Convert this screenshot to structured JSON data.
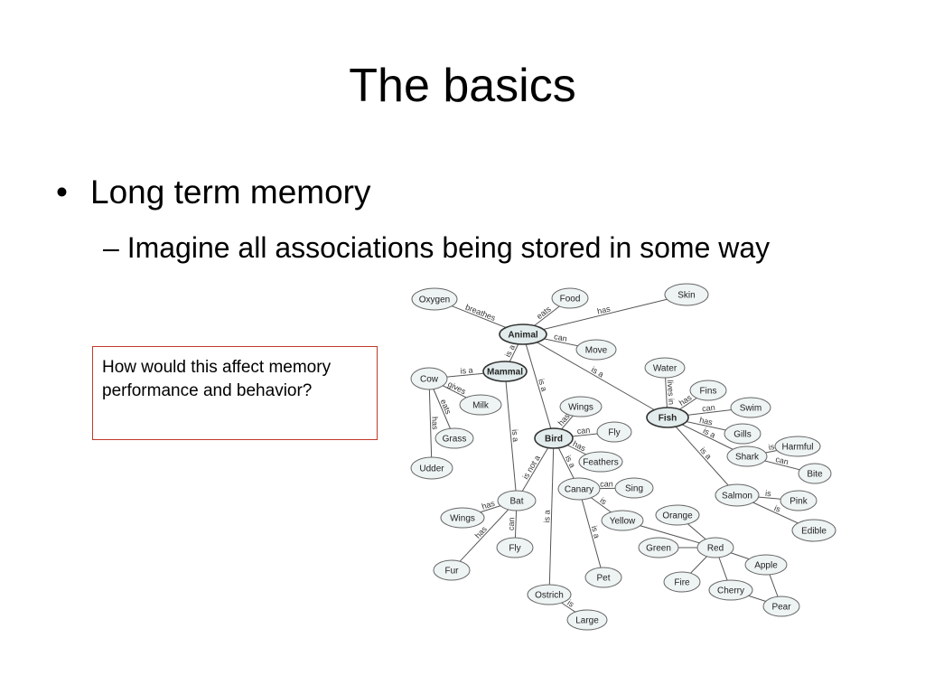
{
  "slide": {
    "title": "The basics",
    "bullet_char": "•",
    "bullet_1": "Long term memory",
    "bullet_2": "– Imagine all associations being stored in some way",
    "callout": "How would this affect memory performance and behavior?"
  },
  "diagram": {
    "nodes": [
      {
        "id": "oxygen",
        "label": "Oxygen"
      },
      {
        "id": "food",
        "label": "Food"
      },
      {
        "id": "skin",
        "label": "Skin"
      },
      {
        "id": "animal",
        "label": "Animal",
        "bold": true
      },
      {
        "id": "move",
        "label": "Move"
      },
      {
        "id": "mammal",
        "label": "Mammal",
        "bold": true
      },
      {
        "id": "cow",
        "label": "Cow"
      },
      {
        "id": "milk",
        "label": "Milk"
      },
      {
        "id": "grass",
        "label": "Grass"
      },
      {
        "id": "udder",
        "label": "Udder"
      },
      {
        "id": "water",
        "label": "Water"
      },
      {
        "id": "fins",
        "label": "Fins"
      },
      {
        "id": "swim",
        "label": "Swim"
      },
      {
        "id": "fish",
        "label": "Fish",
        "bold": true
      },
      {
        "id": "gills",
        "label": "Gills"
      },
      {
        "id": "harmful",
        "label": "Harmful"
      },
      {
        "id": "shark",
        "label": "Shark"
      },
      {
        "id": "bite",
        "label": "Bite"
      },
      {
        "id": "wings1",
        "label": "Wings"
      },
      {
        "id": "fly1",
        "label": "Fly"
      },
      {
        "id": "bird",
        "label": "Bird",
        "bold": true
      },
      {
        "id": "feathers",
        "label": "Feathers"
      },
      {
        "id": "canary",
        "label": "Canary"
      },
      {
        "id": "sing",
        "label": "Sing"
      },
      {
        "id": "salmon",
        "label": "Salmon"
      },
      {
        "id": "pink",
        "label": "Pink"
      },
      {
        "id": "edible",
        "label": "Edible"
      },
      {
        "id": "bat",
        "label": "Bat"
      },
      {
        "id": "wings2",
        "label": "Wings"
      },
      {
        "id": "fly2",
        "label": "Fly"
      },
      {
        "id": "fur",
        "label": "Fur"
      },
      {
        "id": "yellow",
        "label": "Yellow"
      },
      {
        "id": "orange",
        "label": "Orange"
      },
      {
        "id": "green",
        "label": "Green"
      },
      {
        "id": "red",
        "label": "Red"
      },
      {
        "id": "apple",
        "label": "Apple"
      },
      {
        "id": "fire",
        "label": "Fire"
      },
      {
        "id": "cherry",
        "label": "Cherry"
      },
      {
        "id": "pear",
        "label": "Pear"
      },
      {
        "id": "pet",
        "label": "Pet"
      },
      {
        "id": "ostrich",
        "label": "Ostrich"
      },
      {
        "id": "large",
        "label": "Large"
      }
    ],
    "edges": [
      {
        "from": "animal",
        "to": "oxygen",
        "label": "breathes"
      },
      {
        "from": "animal",
        "to": "food",
        "label": "eats"
      },
      {
        "from": "animal",
        "to": "skin",
        "label": "has"
      },
      {
        "from": "animal",
        "to": "move",
        "label": "can"
      },
      {
        "from": "mammal",
        "to": "animal",
        "label": "is a"
      },
      {
        "from": "mammal",
        "to": "cow",
        "label": "is a"
      },
      {
        "from": "cow",
        "to": "milk",
        "label": "gives"
      },
      {
        "from": "cow",
        "to": "grass",
        "label": "eats"
      },
      {
        "from": "cow",
        "to": "udder",
        "label": "has"
      },
      {
        "from": "mammal",
        "to": "bat",
        "label": "is a"
      },
      {
        "from": "animal",
        "to": "bird",
        "label": "is a"
      },
      {
        "from": "animal",
        "to": "fish",
        "label": "is a"
      },
      {
        "from": "fish",
        "to": "water",
        "label": "lives in"
      },
      {
        "from": "fish",
        "to": "fins",
        "label": "has"
      },
      {
        "from": "fish",
        "to": "swim",
        "label": "can"
      },
      {
        "from": "fish",
        "to": "gills",
        "label": "has"
      },
      {
        "from": "fish",
        "to": "shark",
        "label": "is a"
      },
      {
        "from": "fish",
        "to": "salmon",
        "label": "is a"
      },
      {
        "from": "shark",
        "to": "harmful",
        "label": "is"
      },
      {
        "from": "shark",
        "to": "bite",
        "label": "can"
      },
      {
        "from": "salmon",
        "to": "pink",
        "label": "is"
      },
      {
        "from": "salmon",
        "to": "edible",
        "label": "is"
      },
      {
        "from": "bird",
        "to": "wings1",
        "label": "has"
      },
      {
        "from": "bird",
        "to": "fly1",
        "label": "can"
      },
      {
        "from": "bird",
        "to": "feathers",
        "label": "has"
      },
      {
        "from": "bird",
        "to": "canary",
        "label": "is a"
      },
      {
        "from": "bird",
        "to": "bat",
        "label": "is not a"
      },
      {
        "from": "bird",
        "to": "ostrich",
        "label": "is a"
      },
      {
        "from": "canary",
        "to": "sing",
        "label": "can"
      },
      {
        "from": "canary",
        "to": "yellow",
        "label": "is"
      },
      {
        "from": "canary",
        "to": "pet",
        "label": "is a"
      },
      {
        "from": "bat",
        "to": "wings2",
        "label": "has"
      },
      {
        "from": "bat",
        "to": "fly2",
        "label": "can"
      },
      {
        "from": "bat",
        "to": "fur",
        "label": "has"
      },
      {
        "from": "ostrich",
        "to": "large",
        "label": "is"
      },
      {
        "from": "yellow",
        "to": "red",
        "label": ""
      },
      {
        "from": "orange",
        "to": "red",
        "label": ""
      },
      {
        "from": "green",
        "to": "red",
        "label": ""
      },
      {
        "from": "red",
        "to": "apple",
        "label": ""
      },
      {
        "from": "red",
        "to": "fire",
        "label": ""
      },
      {
        "from": "red",
        "to": "cherry",
        "label": ""
      },
      {
        "from": "apple",
        "to": "pear",
        "label": ""
      },
      {
        "from": "cherry",
        "to": "pear",
        "label": ""
      }
    ]
  }
}
